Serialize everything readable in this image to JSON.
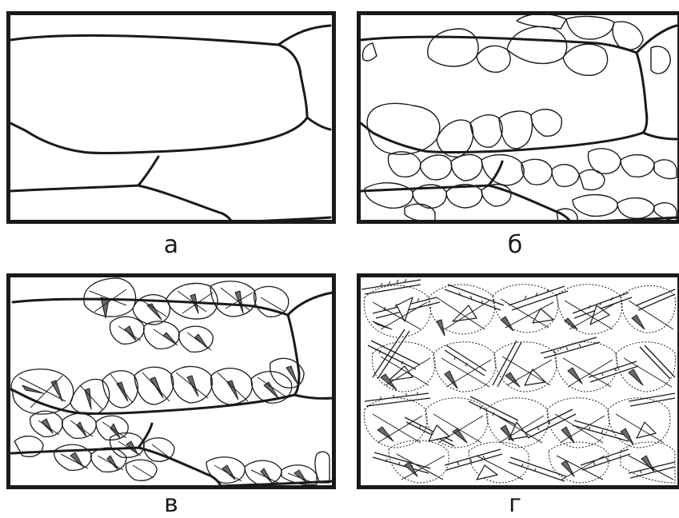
{
  "panels": [
    {
      "id": "a",
      "label": "а"
    },
    {
      "id": "b",
      "label": "б"
    },
    {
      "id": "v",
      "label": "в"
    },
    {
      "id": "g",
      "label": "г"
    }
  ]
}
